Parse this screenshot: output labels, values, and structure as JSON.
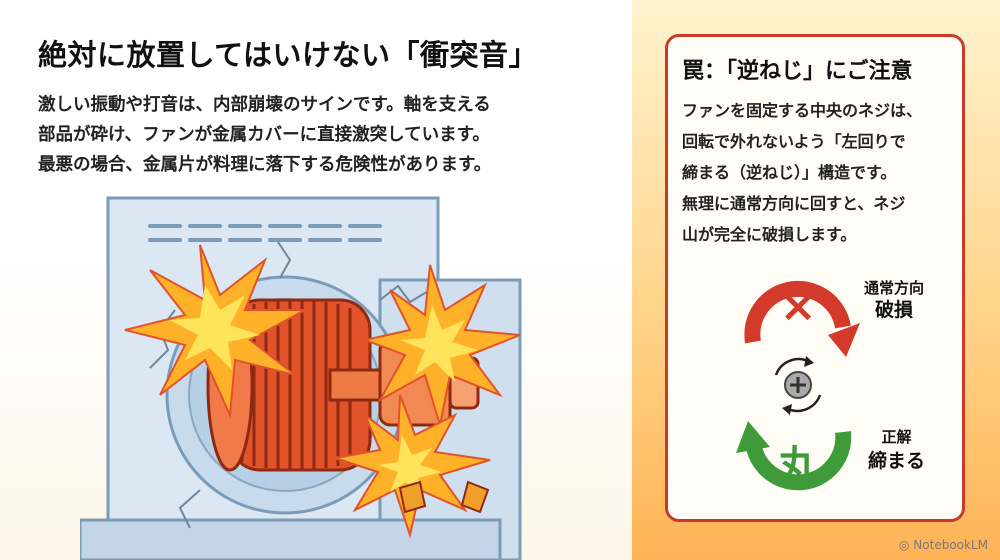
{
  "left": {
    "title": "絶対に放置してはいけない「衝突音」",
    "body_lines": [
      "激しい振動や打音は、内部崩壊のサインです。軸を支える",
      "部品が砕け、ファンが金属カバーに直接激突しています。",
      "最悪の場合、金属片が料理に落下する危険性があります。"
    ]
  },
  "card": {
    "title": "罠：「逆ねじ」にご注意",
    "lines": [
      "ファンを固定する中央のネジは、",
      "回転で外れないよう「左回りで",
      "締まる（逆ねじ）」構造です。",
      "無理に通常方向に回すと、ネジ",
      "山が完全に破損します。"
    ],
    "wrong": {
      "line1": "通常方向",
      "line2": "破損",
      "mark": "×"
    },
    "right": {
      "line1": "正解",
      "line2": "締まる",
      "mark": "丸"
    }
  },
  "watermark": "NotebookLM",
  "colors": {
    "accent_red": "#c93a2b",
    "ok_green": "#3f9a3a",
    "fan_orange": "#e2522b"
  }
}
